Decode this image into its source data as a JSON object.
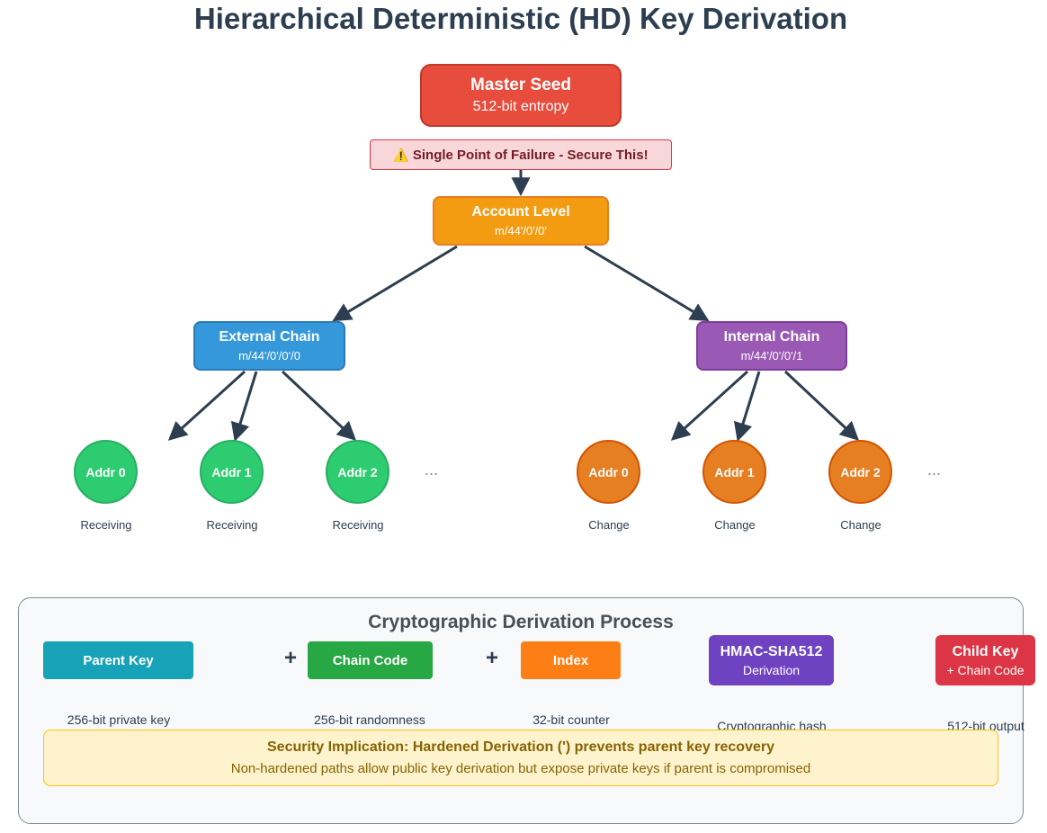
{
  "title": "Hierarchical Deterministic (HD) Key Derivation",
  "master": {
    "title": "Master Seed",
    "subtitle": "512-bit entropy"
  },
  "warning": {
    "icon": "⚠️",
    "text": "Single Point of Failure - Secure This!"
  },
  "account": {
    "title": "Account Level",
    "path": "m/44'/0'/0'"
  },
  "external": {
    "title": "External Chain",
    "path": "m/44'/0'/0'/0",
    "addresses": [
      {
        "label": "Addr 0",
        "caption": "Receiving"
      },
      {
        "label": "Addr 1",
        "caption": "Receiving"
      },
      {
        "label": "Addr 2",
        "caption": "Receiving"
      }
    ],
    "more": "..."
  },
  "internal": {
    "title": "Internal Chain",
    "path": "m/44'/0'/0'/1",
    "addresses": [
      {
        "label": "Addr 0",
        "caption": "Change"
      },
      {
        "label": "Addr 1",
        "caption": "Change"
      },
      {
        "label": "Addr 2",
        "caption": "Change"
      }
    ],
    "more": "..."
  },
  "process": {
    "title": "Cryptographic Derivation Process",
    "parent": {
      "label": "Parent Key",
      "caption": "256-bit private key"
    },
    "plus1": "+",
    "chain_code": {
      "label": "Chain Code",
      "caption": "256-bit randomness"
    },
    "plus2": "+",
    "index": {
      "label": "Index",
      "caption": "32-bit counter"
    },
    "hmac": {
      "title": "HMAC-SHA512",
      "subtitle": "Derivation",
      "caption": "Cryptographic hash"
    },
    "child": {
      "title": "Child Key",
      "subtitle": "+ Chain Code",
      "caption": "512-bit output"
    }
  },
  "security": {
    "title": "Security Implication: Hardened Derivation (') prevents parent key recovery",
    "text": "Non-hardened paths allow public key derivation but expose private keys if parent is compromised"
  },
  "colors": {
    "master": "#e74c3c",
    "account": "#f39c12",
    "external": "#3498db",
    "internal": "#9b59b6",
    "receiving": "#2ecc71",
    "change": "#e67e22",
    "parent": "#17a2b8",
    "chain_code": "#28a745",
    "index": "#fd7e14",
    "hmac": "#6f42c1",
    "child": "#dc3545"
  }
}
